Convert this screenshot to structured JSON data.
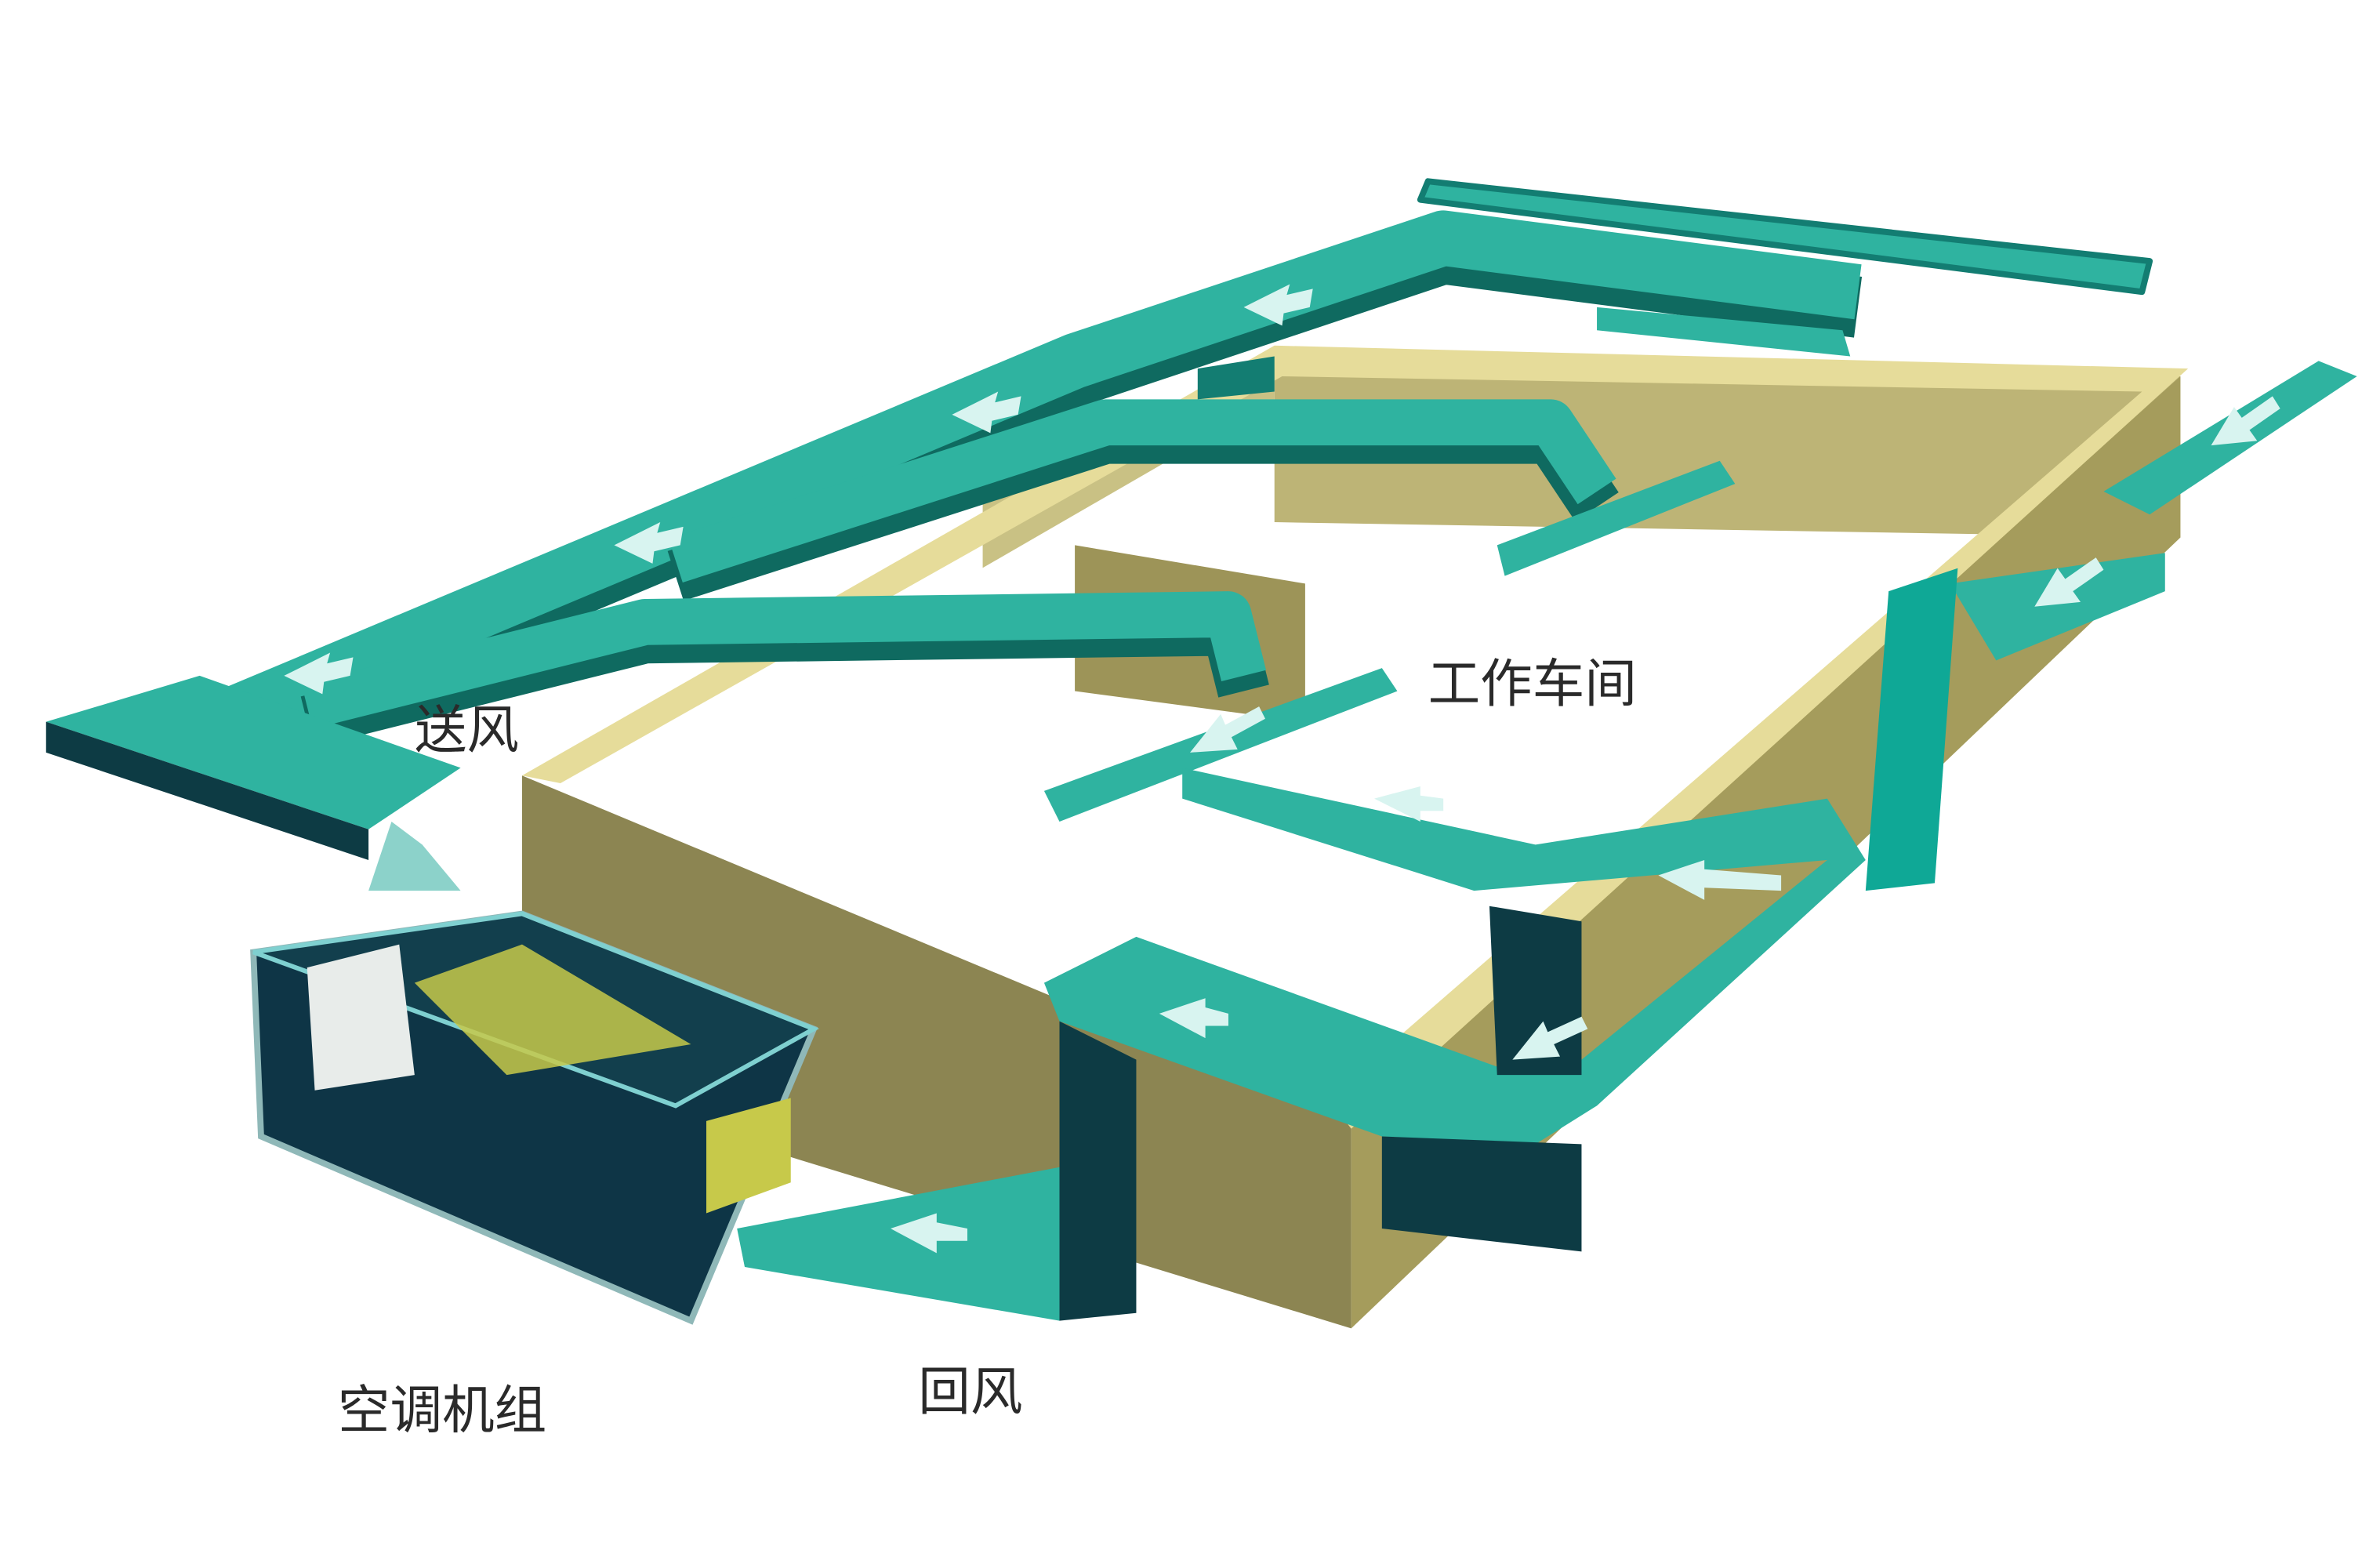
{
  "labels": {
    "supply_air": "送风",
    "workshop": "工作车间",
    "ahu": "空调机组",
    "return_air": "回风"
  },
  "colors": {
    "duct_top": "#2fb3a0",
    "duct_side": "#137d72",
    "duct_dark": "#0d3b44",
    "wall_top": "#e6dc9a",
    "wall_front": "#8c8552",
    "wall_inner": "#b7ae72",
    "ahu_body": "#0e3546",
    "arrow": "#d8f4f0"
  }
}
